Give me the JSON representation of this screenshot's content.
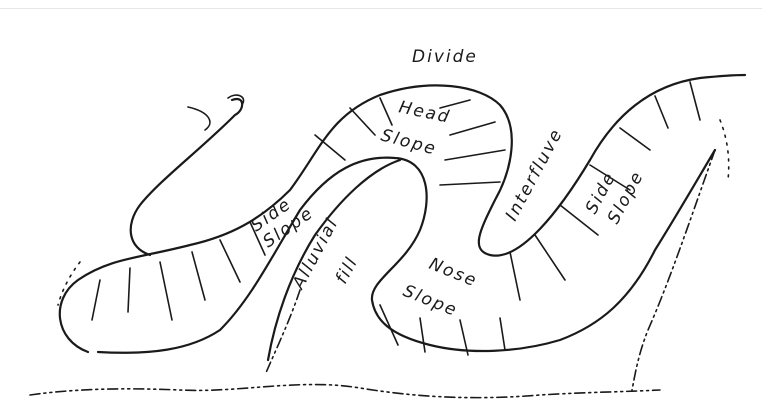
{
  "labels": {
    "divide": "Divide",
    "head_1": "Head",
    "head_2": "Slope",
    "interfluve": "Interfluve",
    "side_left_1": "Side",
    "side_left_2": "Slope",
    "side_right_1": "Side",
    "side_right_2": "Slope",
    "alluvial": "Alluvial",
    "fill": "fill",
    "nose_1": "Nose",
    "nose_2": "Slope"
  }
}
